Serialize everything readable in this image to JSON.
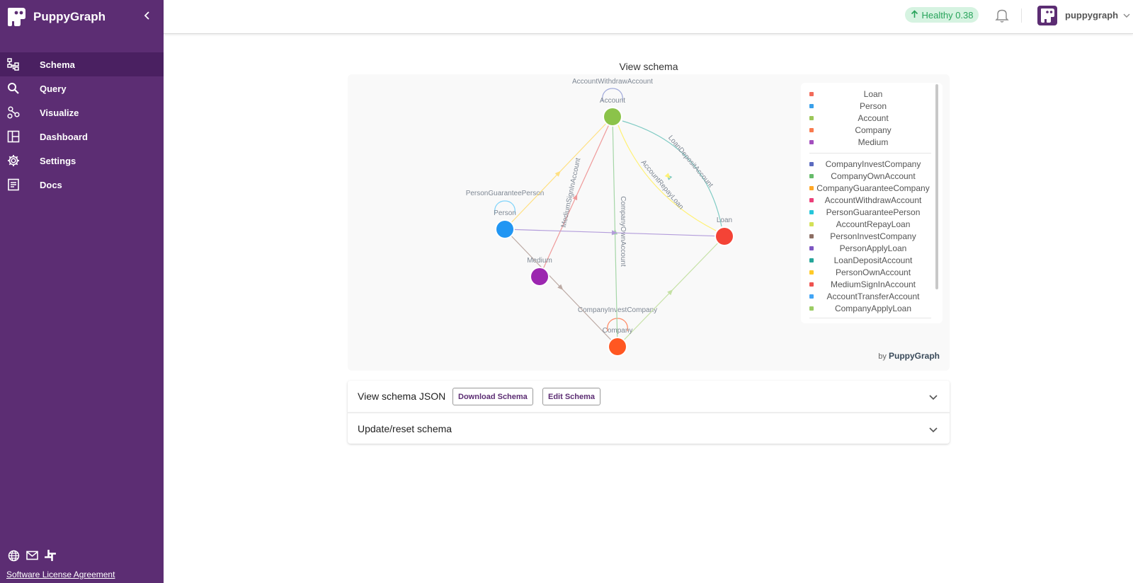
{
  "brand": {
    "name": "PuppyGraph"
  },
  "colors": {
    "sidebar": "#5c2d73",
    "sidebar_active": "#4a2061",
    "accent": "#5c2d73",
    "health_bg": "#d6f3e1",
    "health_text": "#27a35a"
  },
  "nav": [
    {
      "label": "Schema",
      "icon": "schema-icon",
      "active": true
    },
    {
      "label": "Query",
      "icon": "search-icon",
      "active": false
    },
    {
      "label": "Visualize",
      "icon": "visualize-icon",
      "active": false
    },
    {
      "label": "Dashboard",
      "icon": "dashboard-icon",
      "active": false
    },
    {
      "label": "Settings",
      "icon": "gear-icon",
      "active": false
    },
    {
      "label": "Docs",
      "icon": "docs-icon",
      "active": false
    }
  ],
  "footer": {
    "license": "Software License Agreement",
    "icons": [
      "globe-icon",
      "mail-icon",
      "slack-icon"
    ]
  },
  "header": {
    "health": "Healthy 0.38",
    "username": "puppygraph"
  },
  "schema": {
    "title": "View schema",
    "byline_prefix": "by",
    "byline_brand": "PuppyGraph",
    "nodes": [
      {
        "name": "Account",
        "color": "#8bc34a"
      },
      {
        "name": "Person",
        "color": "#2196f3"
      },
      {
        "name": "Loan",
        "color": "#f44336"
      },
      {
        "name": "Medium",
        "color": "#9c27b0"
      },
      {
        "name": "Company",
        "color": "#ff5722"
      }
    ],
    "edges": [
      {
        "label": "AccountWithdrawAccount",
        "from": "Account",
        "to": "Account",
        "color": "#9fa8da"
      },
      {
        "label": "PersonGuaranteePerson",
        "from": "Person",
        "to": "Person",
        "color": "#81d4fa"
      },
      {
        "label": "CompanyInvestCompany",
        "from": "Company",
        "to": "Company",
        "color": "#ff8a65"
      },
      {
        "label": "LoanDepositAccount",
        "from": "Loan",
        "to": "Account",
        "color": "#80cbc4"
      },
      {
        "label": "AccountRepayLoan",
        "from": "Account",
        "to": "Loan",
        "color": "#fff176"
      },
      {
        "label": "MediumSignInAccount",
        "from": "Medium",
        "to": "Account",
        "color": "#ef9a9a"
      },
      {
        "label": "CompanyOwnAccount",
        "from": "Company",
        "to": "Account",
        "color": "#a5d6a7"
      },
      {
        "label": "PersonApplyLoan",
        "from": "Person",
        "to": "Loan",
        "color": "#b39ddb"
      },
      {
        "label": "PersonOwnAccount",
        "from": "Person",
        "to": "Account",
        "color": "#ffe082"
      },
      {
        "label": "PersonInvestCompany",
        "from": "Person",
        "to": "Company",
        "color": "#bcaaa4"
      },
      {
        "label": "CompanyApplyLoan",
        "from": "Company",
        "to": "Loan",
        "color": "#c5e1a5"
      }
    ],
    "legend_nodes": [
      {
        "label": "Loan",
        "color": "#f26b5b"
      },
      {
        "label": "Person",
        "color": "#3aa0ea"
      },
      {
        "label": "Account",
        "color": "#9cc75a"
      },
      {
        "label": "Company",
        "color": "#f97b4f"
      },
      {
        "label": "Medium",
        "color": "#a34fbe"
      }
    ],
    "legend_edges": [
      {
        "label": "CompanyInvestCompany",
        "color": "#5c6bc0"
      },
      {
        "label": "CompanyOwnAccount",
        "color": "#66bb6a"
      },
      {
        "label": "CompanyGuaranteeCompany",
        "color": "#ffa726"
      },
      {
        "label": "AccountWithdrawAccount",
        "color": "#ec407a"
      },
      {
        "label": "PersonGuaranteePerson",
        "color": "#26c6da"
      },
      {
        "label": "AccountRepayLoan",
        "color": "#d4e157"
      },
      {
        "label": "PersonInvestCompany",
        "color": "#8d6e63"
      },
      {
        "label": "PersonApplyLoan",
        "color": "#7e57c2"
      },
      {
        "label": "LoanDepositAccount",
        "color": "#26a69a"
      },
      {
        "label": "PersonOwnAccount",
        "color": "#ffca28"
      },
      {
        "label": "MediumSignInAccount",
        "color": "#ef5350"
      },
      {
        "label": "AccountTransferAccount",
        "color": "#42a5f5"
      },
      {
        "label": "CompanyApplyLoan",
        "color": "#9ccc65"
      }
    ]
  },
  "panels": {
    "json_title": "View schema JSON",
    "download_label": "Download Schema",
    "edit_label": "Edit Schema",
    "update_title": "Update/reset schema"
  }
}
